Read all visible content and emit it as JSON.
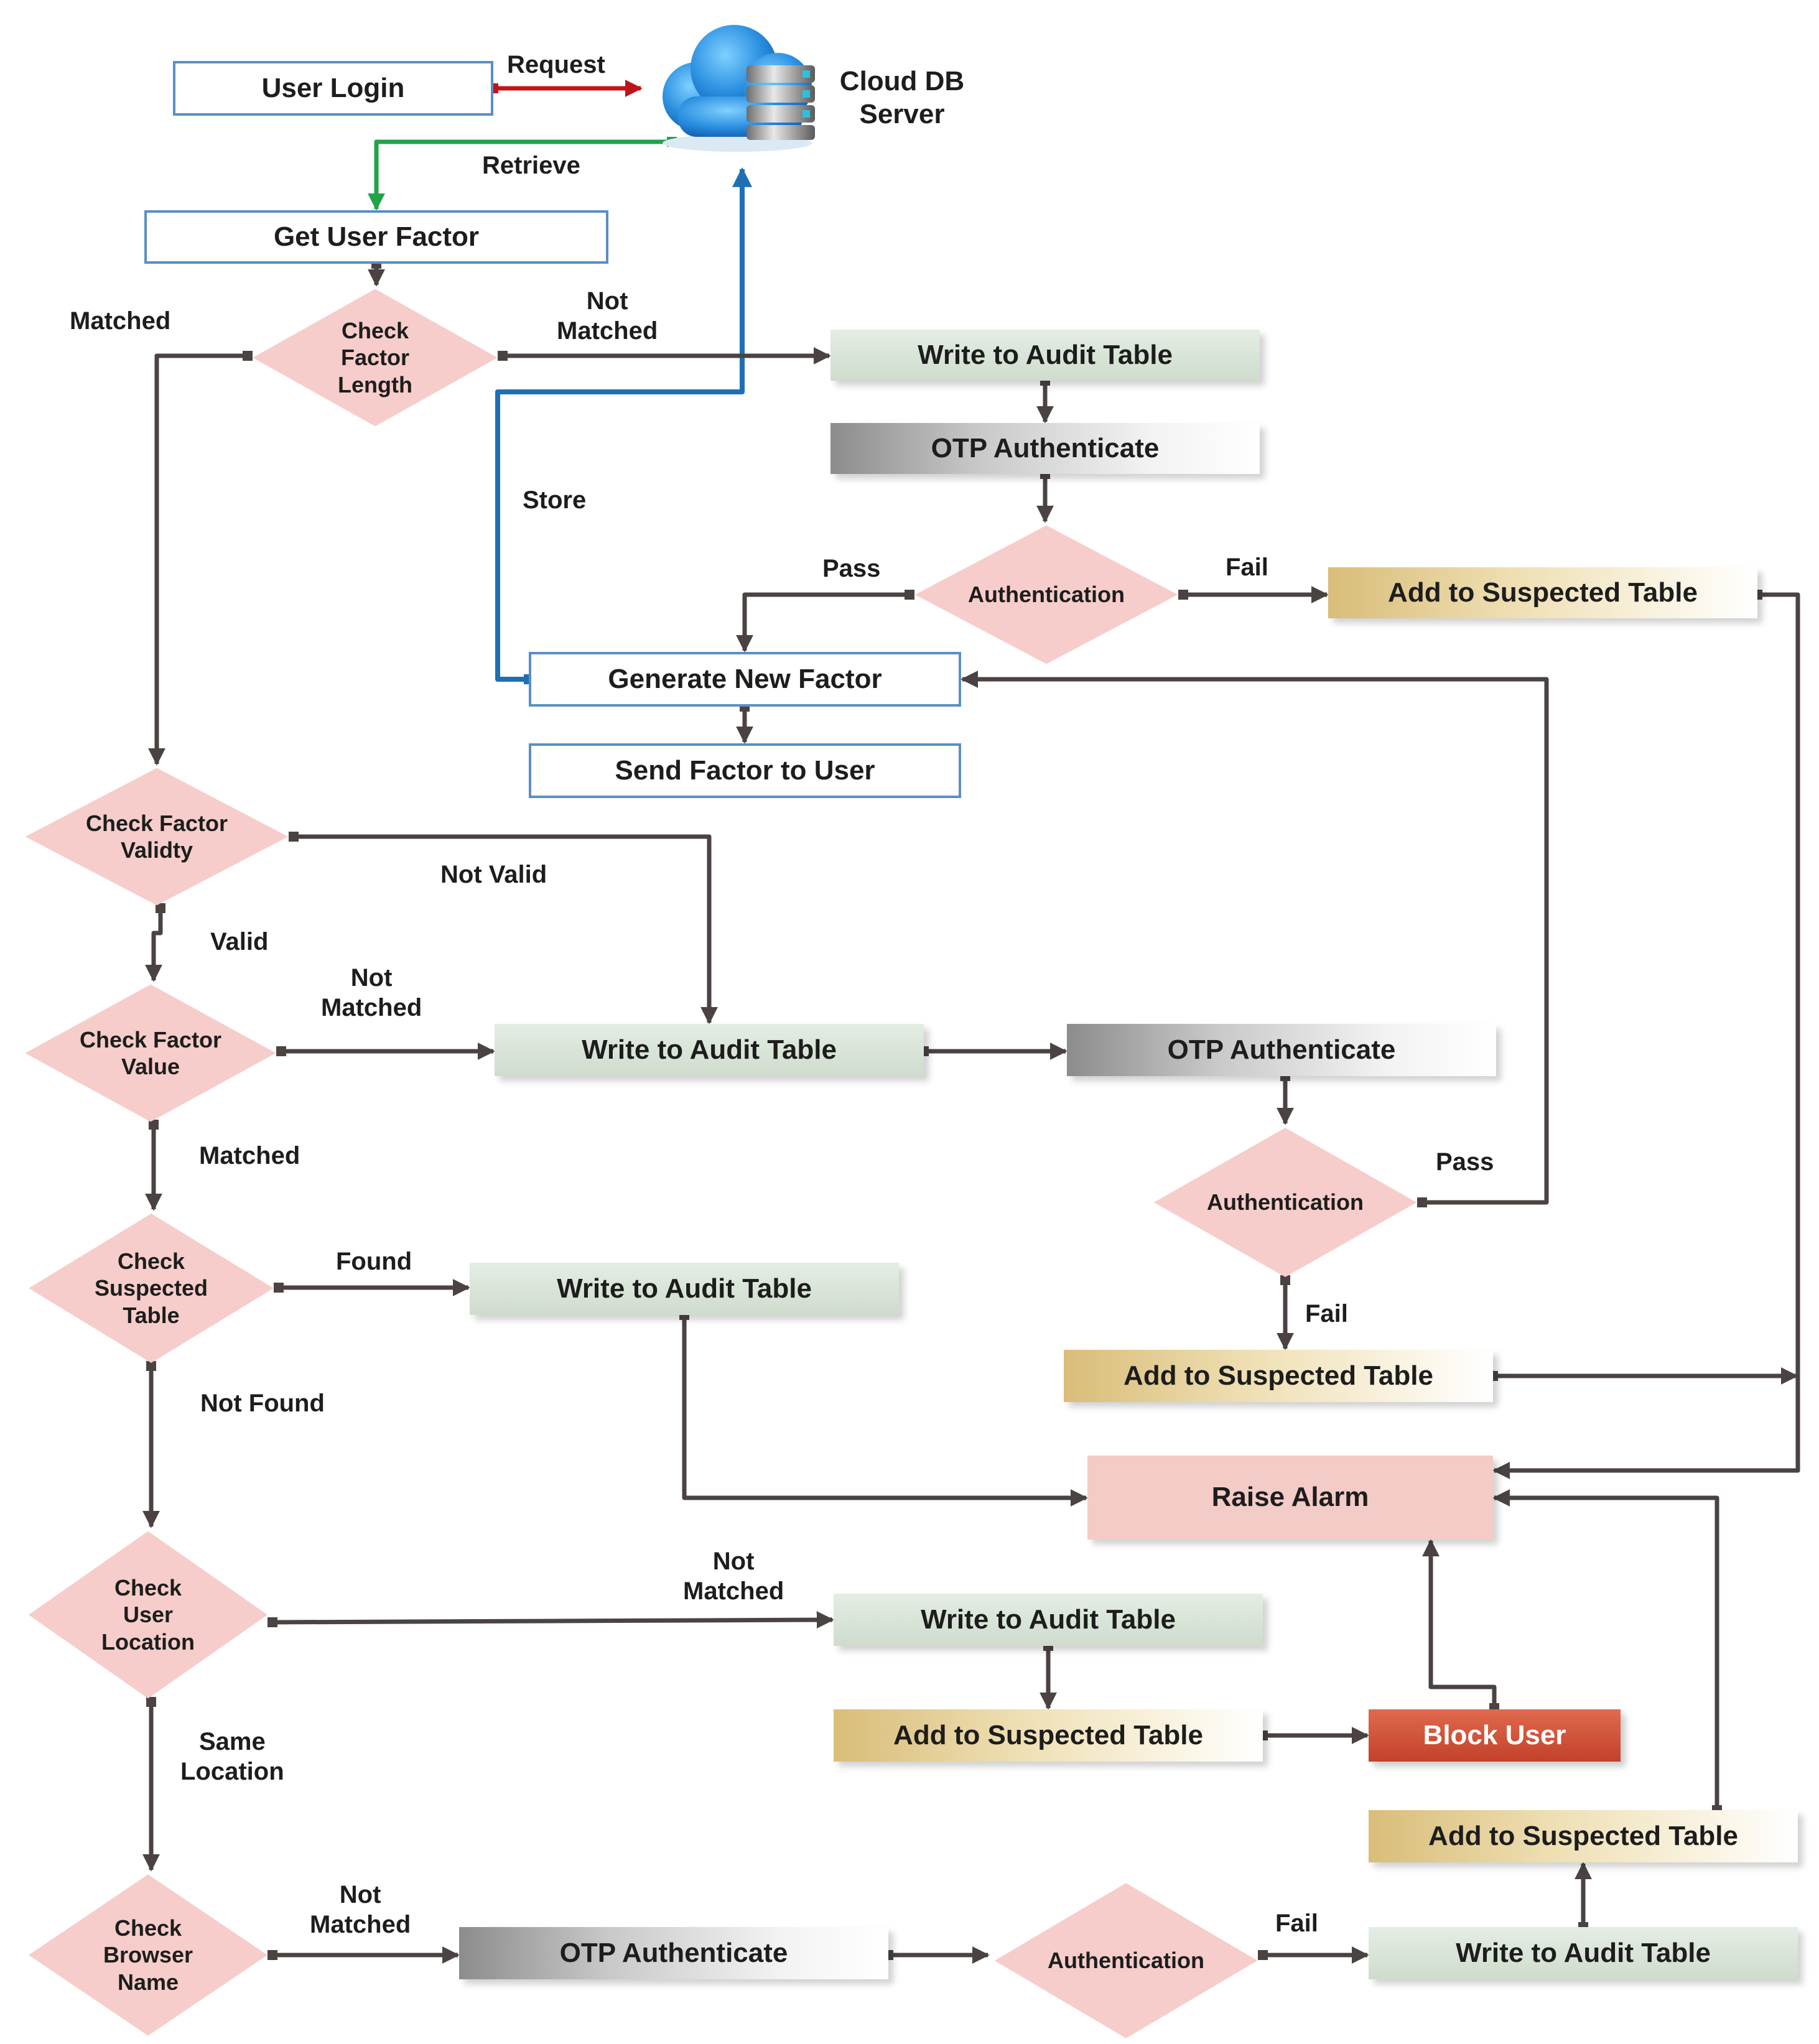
{
  "nodes": {
    "user_login": "User Login",
    "cloud_db_server": "Cloud DB\nServer",
    "get_user_factor": "Get User Factor",
    "check_factor_length": "Check\nFactor\nLength",
    "write_audit_1": "Write to Audit Table",
    "otp_auth_1": "OTP Authenticate",
    "authentication_1": "Authentication",
    "add_suspected_1": "Add to Suspected Table",
    "generate_new_factor": "Generate New Factor",
    "send_factor": "Send Factor to User",
    "check_factor_validity": "Check Factor\nValidty",
    "check_factor_value": "Check Factor\nValue",
    "write_audit_2": "Write to Audit Table",
    "otp_auth_2": "OTP Authenticate",
    "authentication_2": "Authentication",
    "add_suspected_2": "Add to Suspected Table",
    "check_suspected_table": "Check\nSuspected\nTable",
    "write_audit_3": "Write to Audit Table",
    "raise_alarm": "Raise Alarm",
    "check_user_location": "Check\nUser\nLocation",
    "write_audit_4": "Write to Audit Table",
    "add_suspected_3": "Add to Suspected Table",
    "block_user": "Block User",
    "check_browser_name": "Check\nBrowser\nName",
    "otp_auth_3": "OTP Authenticate",
    "authentication_3": "Authentication",
    "write_audit_5": "Write to Audit Table",
    "add_suspected_4": "Add to Suspected Table"
  },
  "edge_labels": {
    "request": "Request",
    "retrieve": "Retrieve",
    "store": "Store",
    "matched_1": "Matched",
    "not_matched_1": "Not\nMatched",
    "pass_1": "Pass",
    "fail_1": "Fail",
    "not_valid": "Not Valid",
    "valid": "Valid",
    "not_matched_2": "Not\nMatched",
    "matched_2": "Matched",
    "pass_2": "Pass",
    "fail_2": "Fail",
    "found": "Found",
    "not_found": "Not Found",
    "not_matched_3": "Not\nMatched",
    "same_location": "Same\nLocation",
    "not_matched_4": "Not\nMatched",
    "fail_3": "Fail"
  },
  "colors": {
    "request_arrow": "#c0141a",
    "retrieve_arrow": "#21a348",
    "store_arrow": "#1f6fb5",
    "flow_arrow": "#4a4341",
    "decision_fill": "#f6cdca",
    "audit_fill": "#d6e2d4",
    "suspected_fill": "#e6d19a",
    "alarm_fill": "#f3cbc7",
    "block_fill": "#cf4d33",
    "box_border": "#5a8fc4"
  },
  "icons": {
    "server": "cloud-database-icon"
  }
}
